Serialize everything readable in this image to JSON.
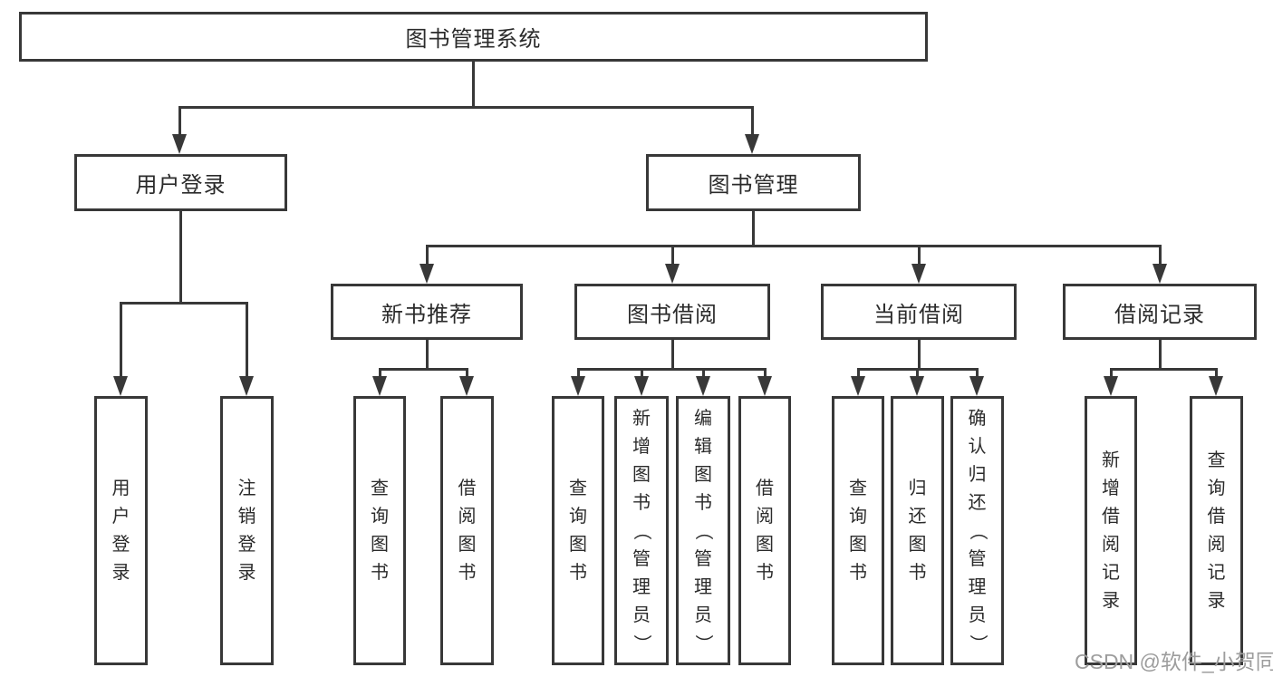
{
  "colors": {
    "background": "#ffffff",
    "line": "#383838",
    "text": "#2b2b2b",
    "watermark": "#9d9d9d"
  },
  "watermark": {
    "text": "CSDN @软件_小贺同学"
  },
  "tree": {
    "root": {
      "label": "图书管理系统",
      "children": [
        {
          "label": "用户登录",
          "children": [
            {
              "label": "用户登录"
            },
            {
              "label": "注销登录"
            }
          ]
        },
        {
          "label": "图书管理",
          "children": [
            {
              "label": "新书推荐",
              "children": [
                {
                  "label": "查询图书"
                },
                {
                  "label": "借阅图书"
                }
              ]
            },
            {
              "label": "图书借阅",
              "children": [
                {
                  "label": "查询图书"
                },
                {
                  "label": "新增图书（管理员）"
                },
                {
                  "label": "编辑图书（管理员）"
                },
                {
                  "label": "借阅图书"
                }
              ]
            },
            {
              "label": "当前借阅",
              "children": [
                {
                  "label": "查询图书"
                },
                {
                  "label": "归还图书"
                },
                {
                  "label": "确认归还（管理员）"
                }
              ]
            },
            {
              "label": "借阅记录",
              "children": [
                {
                  "label": "新增借阅记录"
                },
                {
                  "label": "查询借阅记录"
                }
              ]
            }
          ]
        }
      ]
    }
  }
}
